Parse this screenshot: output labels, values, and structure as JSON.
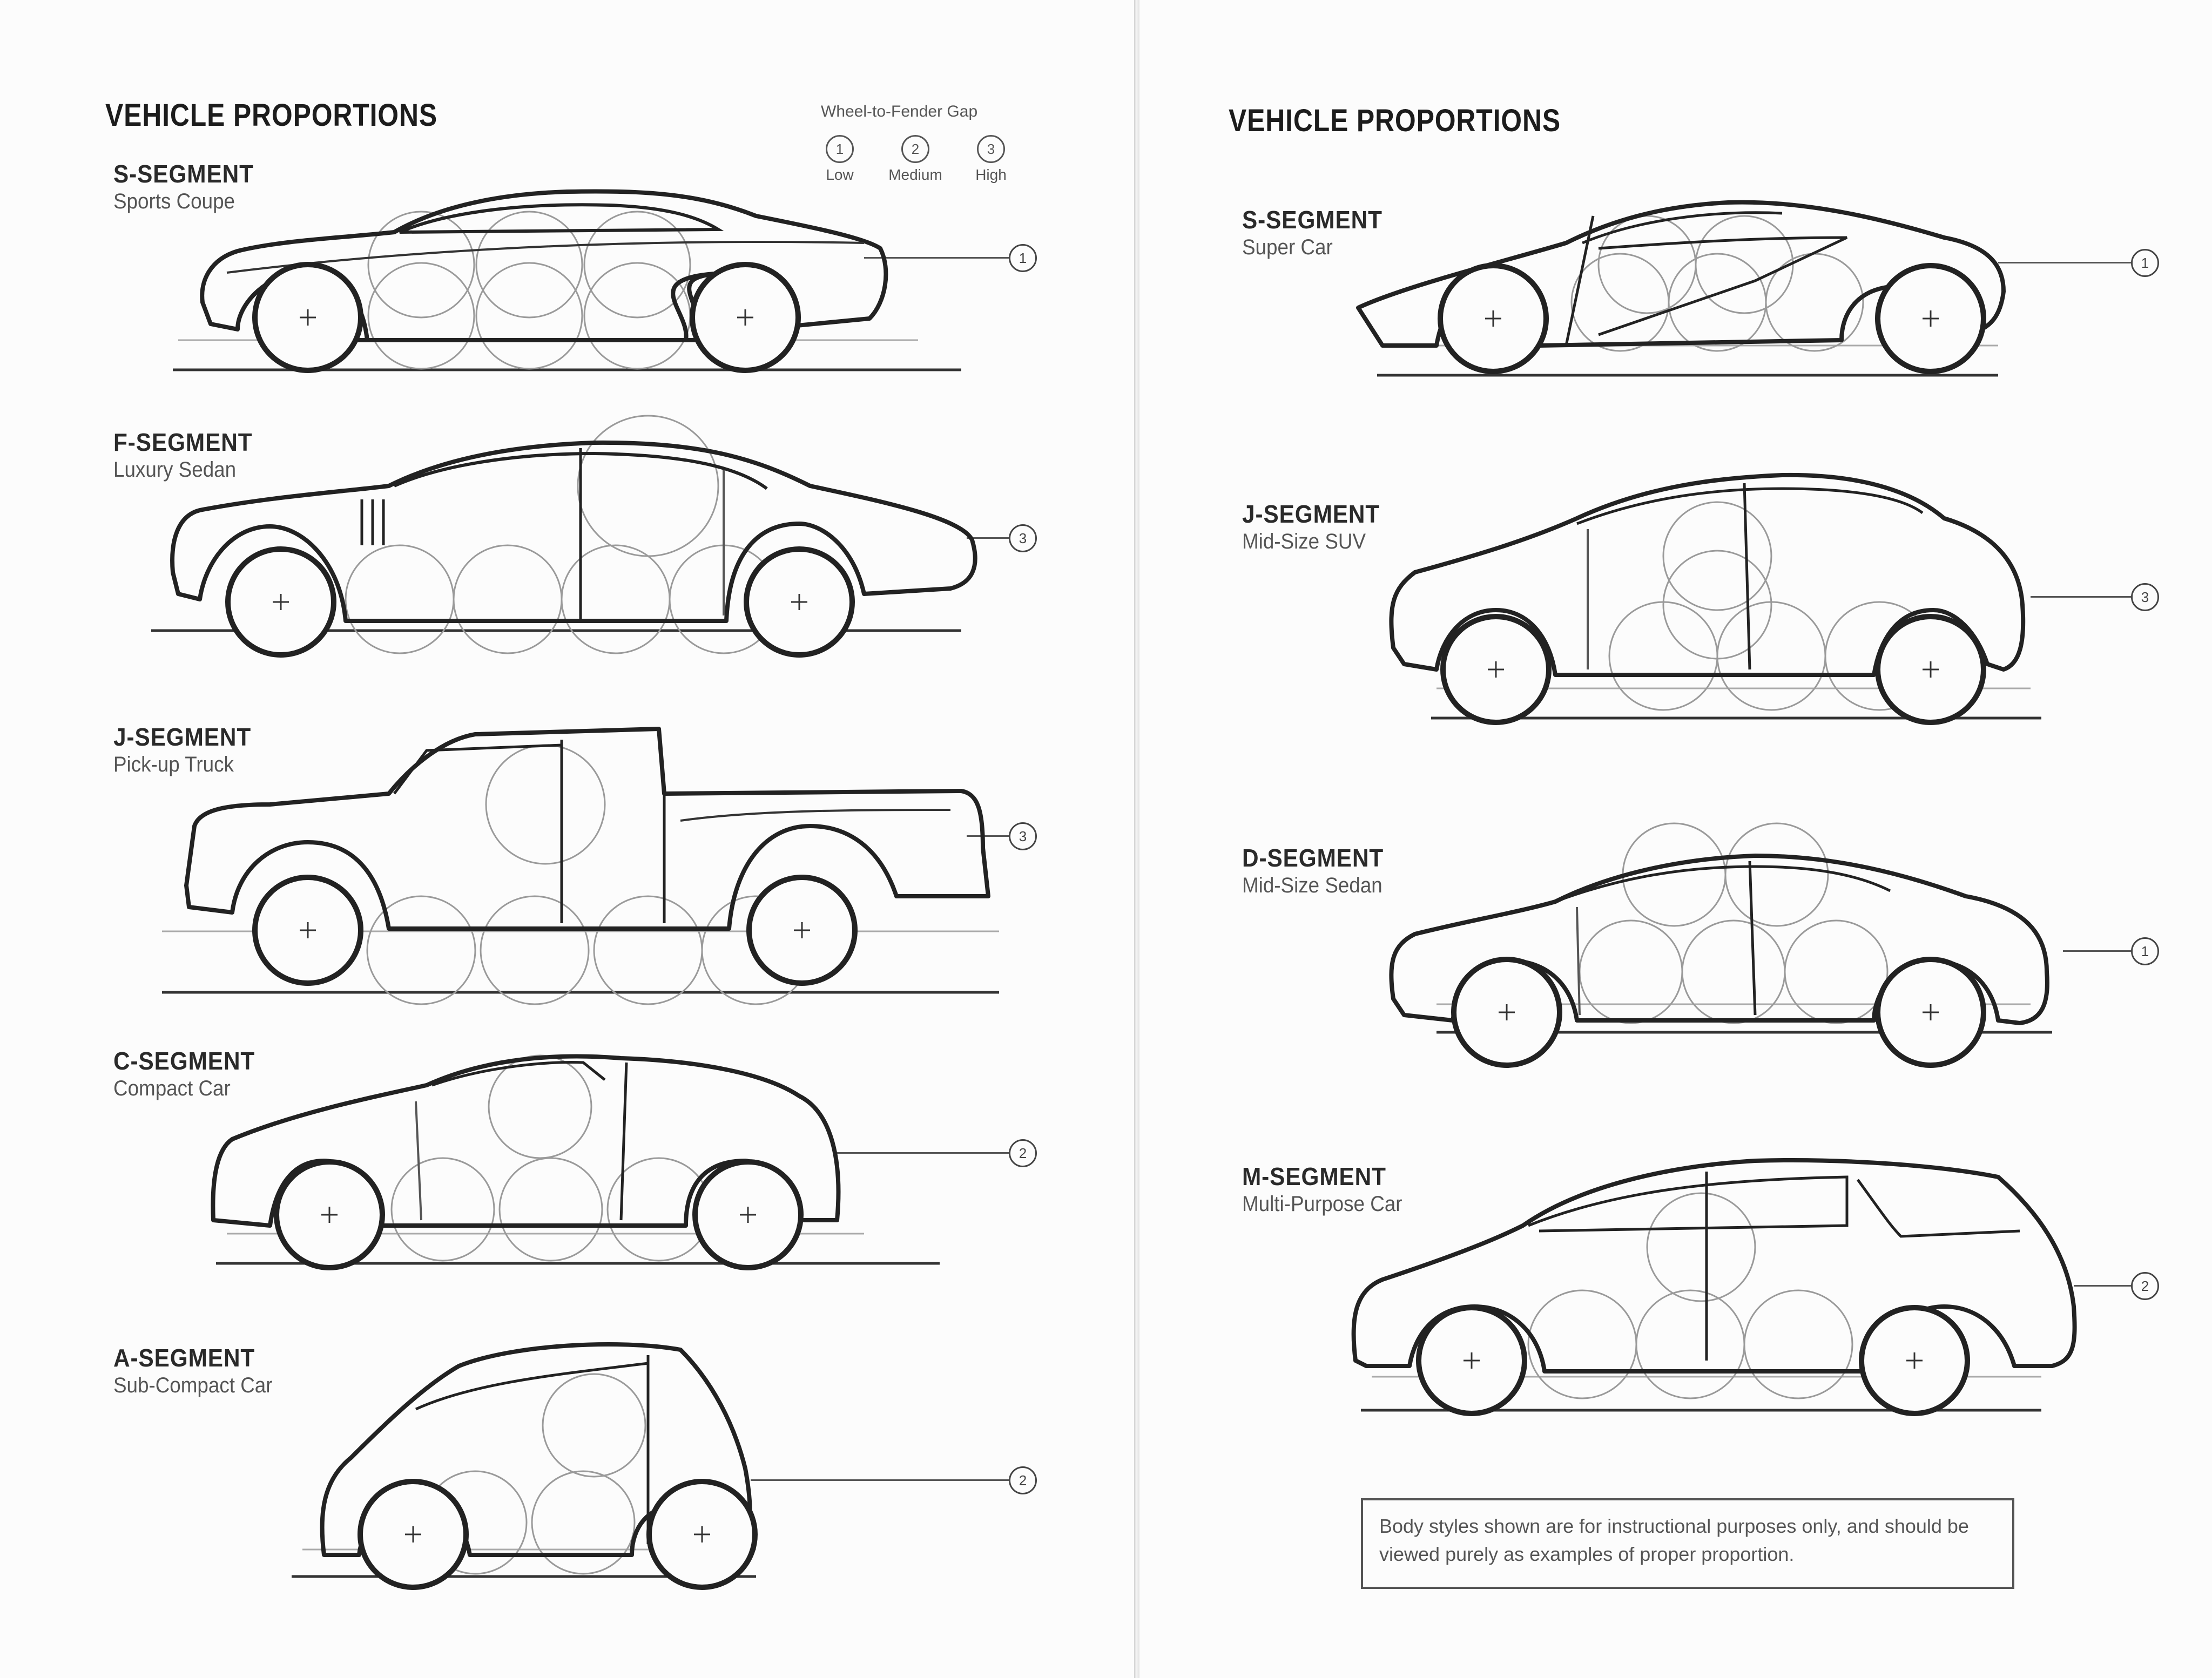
{
  "left_page": {
    "title": "VEHICLE PROPORTIONS",
    "legend": {
      "title": "Wheel-to-Fender Gap",
      "items": [
        {
          "number": "1",
          "label": "Low"
        },
        {
          "number": "2",
          "label": "Medium"
        },
        {
          "number": "3",
          "label": "High"
        }
      ]
    },
    "segments": [
      {
        "name": "S-SEGMENT",
        "type": "Sports Coupe",
        "gap": "1"
      },
      {
        "name": "F-SEGMENT",
        "type": "Luxury Sedan",
        "gap": "3"
      },
      {
        "name": "J-SEGMENT",
        "type": "Pick-up Truck",
        "gap": "3"
      },
      {
        "name": "C-SEGMENT",
        "type": "Compact Car",
        "gap": "2"
      },
      {
        "name": "A-SEGMENT",
        "type": "Sub-Compact Car",
        "gap": "2"
      }
    ]
  },
  "right_page": {
    "title": "VEHICLE PROPORTIONS",
    "segments": [
      {
        "name": "S-SEGMENT",
        "type": "Super Car",
        "gap": "1"
      },
      {
        "name": "J-SEGMENT",
        "type": "Mid-Size SUV",
        "gap": "3"
      },
      {
        "name": "D-SEGMENT",
        "type": "Mid-Size Sedan",
        "gap": "1"
      },
      {
        "name": "M-SEGMENT",
        "type": "Multi-Purpose Car",
        "gap": "2"
      }
    ],
    "disclaimer": "Body styles shown are for instructional purposes only, and should be viewed purely as examples of proper proportion."
  },
  "colors": {
    "ink": "#222222",
    "paper": "#fcfcfc",
    "light_ink": "#9a9a9a"
  }
}
